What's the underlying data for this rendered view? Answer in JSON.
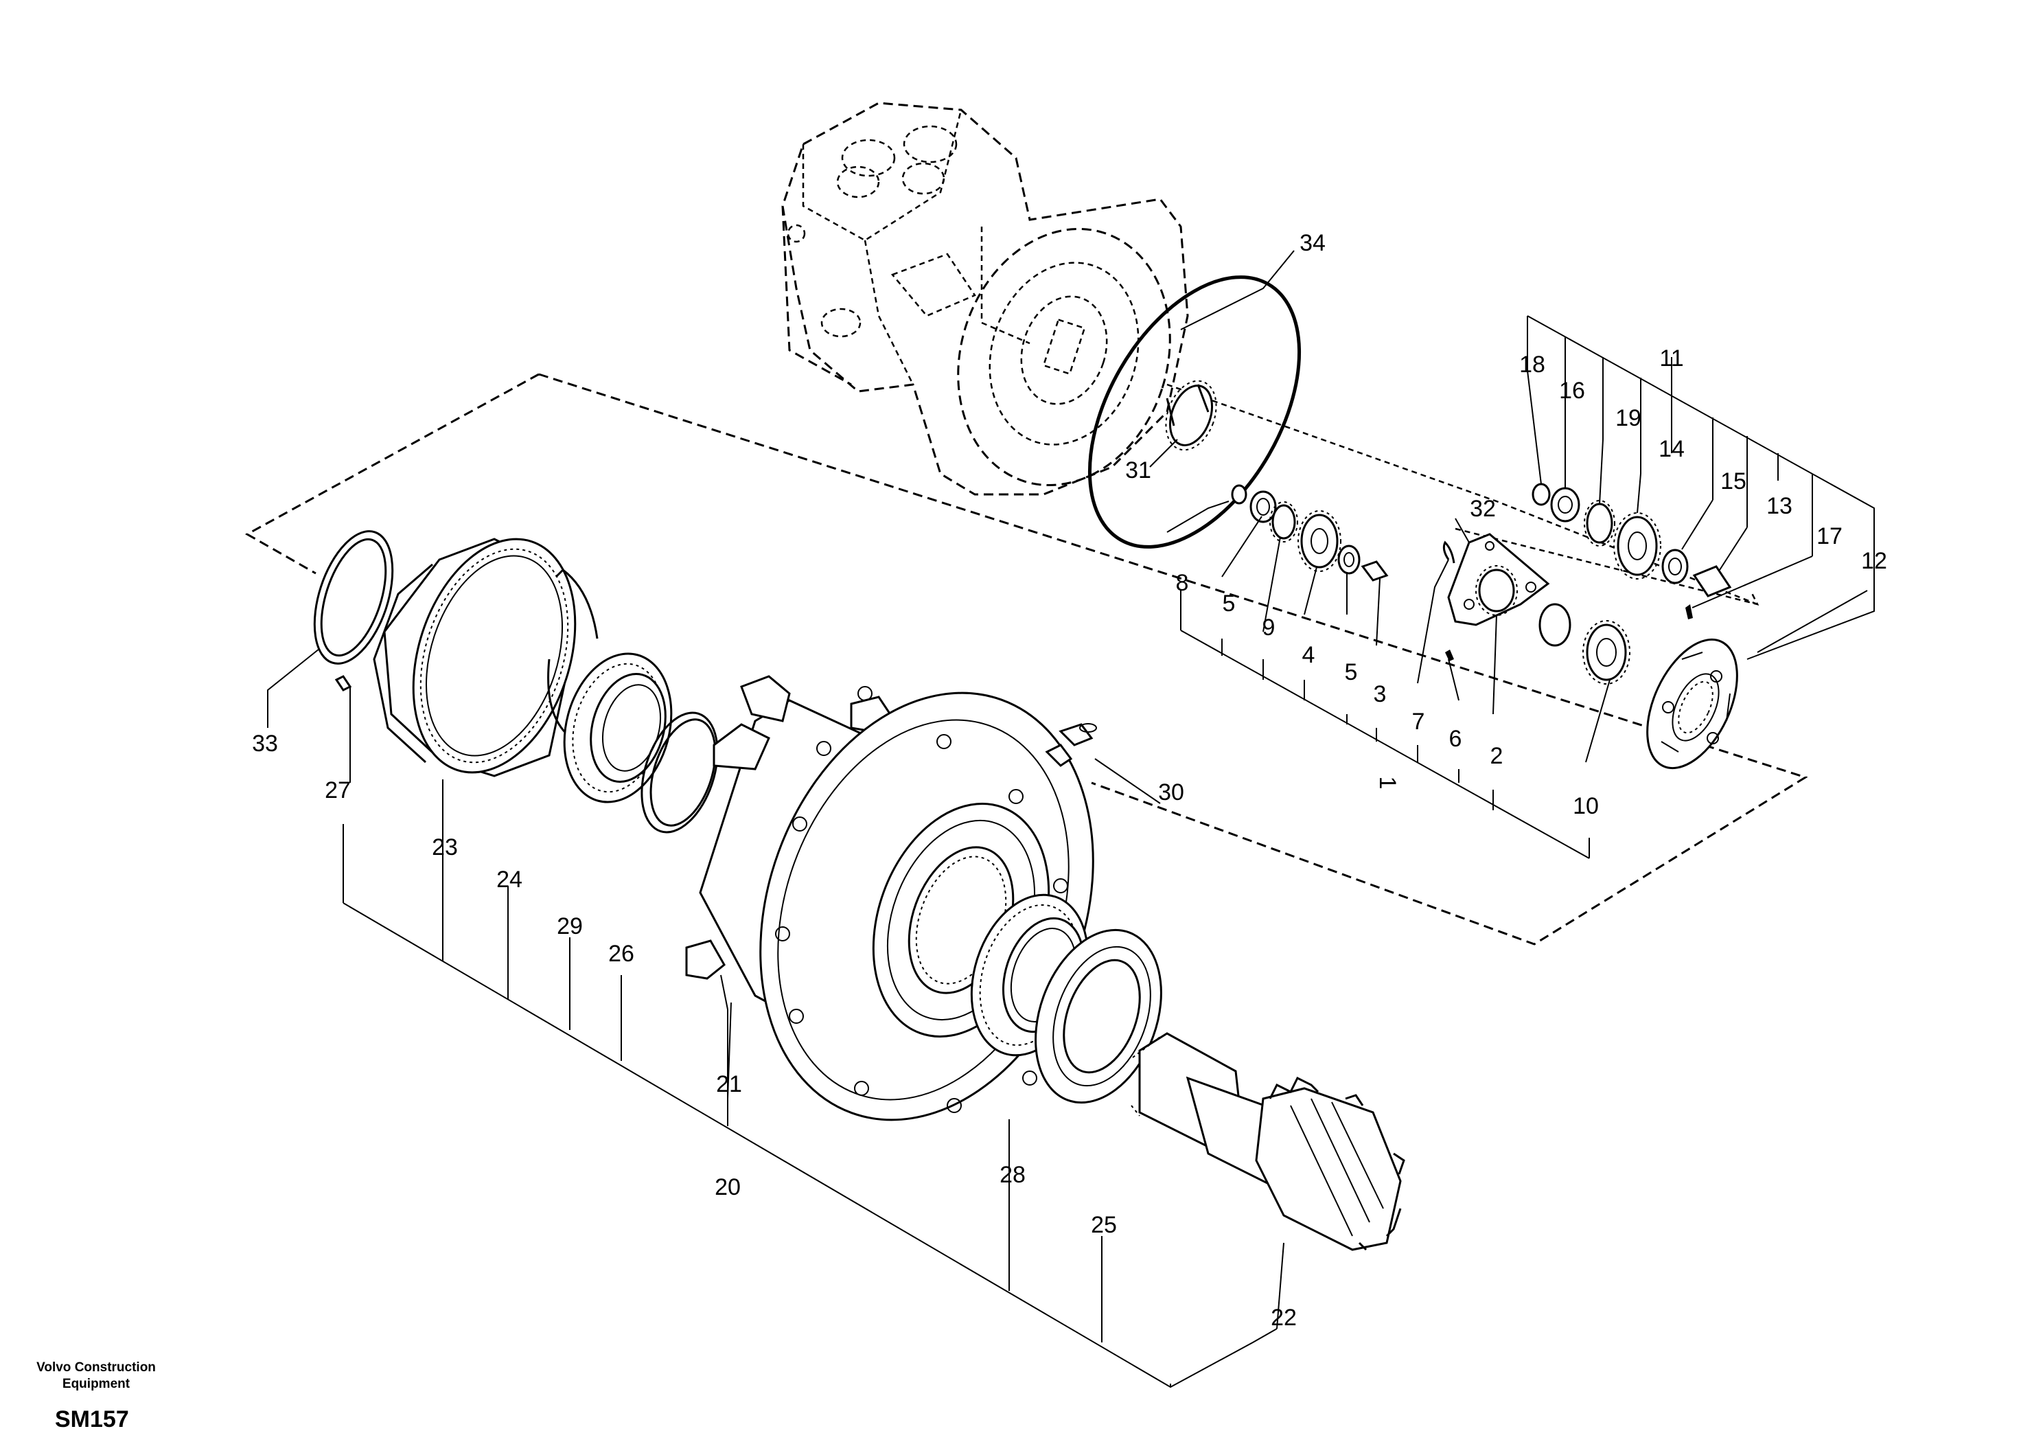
{
  "footer": {
    "company": "Volvo Construction\nEquipment",
    "drawing_code": "SM157"
  },
  "parts": {
    "p1": "1",
    "p2": "2",
    "p3": "3",
    "p4": "4",
    "p5a": "5",
    "p5b": "5",
    "p6": "6",
    "p7": "7",
    "p8": "8",
    "p9": "9",
    "p10": "10",
    "p11": "11",
    "p12": "12",
    "p13": "13",
    "p14": "14",
    "p15": "15",
    "p16": "16",
    "p17": "17",
    "p18": "18",
    "p19": "19",
    "p20": "20",
    "p21": "21",
    "p22": "22",
    "p23": "23",
    "p24": "24",
    "p25": "25",
    "p26": "26",
    "p27": "27",
    "p28": "28",
    "p29": "29",
    "p30": "30",
    "p31": "31",
    "p32": "32",
    "p33": "33",
    "p34": "34"
  }
}
